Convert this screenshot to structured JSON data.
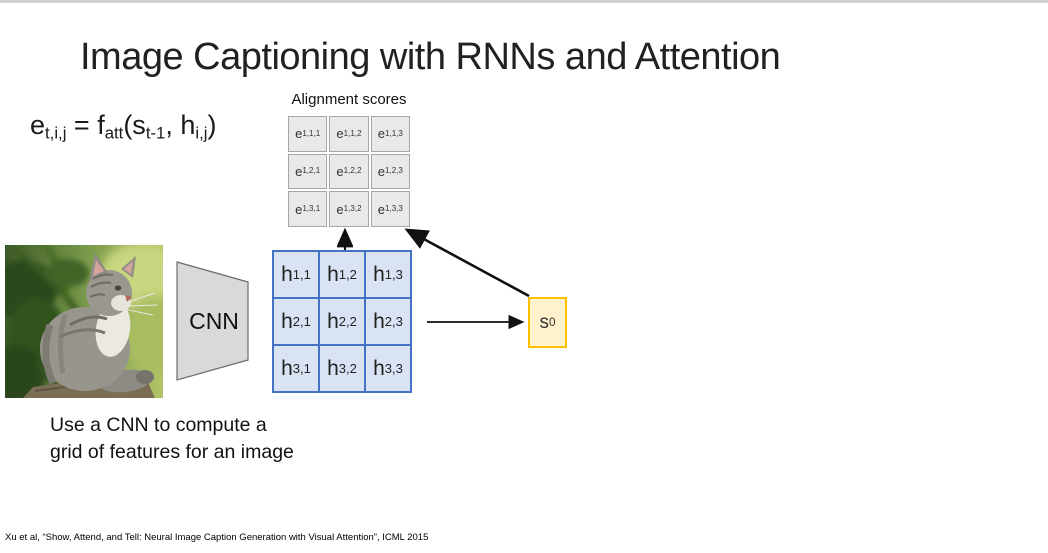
{
  "slide": {
    "title": "Image Captioning with RNNs and Attention",
    "footer": "Xu et al, “Show, Attend, and Tell: Neural Image Caption Generation with Visual Attention”, ICML 2015"
  },
  "equation": {
    "parts": [
      {
        "t": "e"
      },
      {
        "s": "t,i,j"
      },
      {
        "t": " = f"
      },
      {
        "s": "att"
      },
      {
        "t": "(s"
      },
      {
        "s": "t-1"
      },
      {
        "t": ", h"
      },
      {
        "s": "i,j"
      },
      {
        "t": ")"
      }
    ]
  },
  "alignment": {
    "label": "Alignment scores",
    "grid": [
      [
        {
          "b": "e",
          "s": "1,1,1"
        },
        {
          "b": "e",
          "s": "1,1,2"
        },
        {
          "b": "e",
          "s": "1,1,3"
        }
      ],
      [
        {
          "b": "e",
          "s": "1,2,1"
        },
        {
          "b": "e",
          "s": "1,2,2"
        },
        {
          "b": "e",
          "s": "1,2,3"
        }
      ],
      [
        {
          "b": "e",
          "s": "1,3,1"
        },
        {
          "b": "e",
          "s": "1,3,2"
        },
        {
          "b": "e",
          "s": "1,3,3"
        }
      ]
    ]
  },
  "features": {
    "grid": [
      [
        {
          "b": "h",
          "s": "1,1"
        },
        {
          "b": "h",
          "s": "1,2"
        },
        {
          "b": "h",
          "s": "1,3"
        }
      ],
      [
        {
          "b": "h",
          "s": "2,1"
        },
        {
          "b": "h",
          "s": "2,2"
        },
        {
          "b": "h",
          "s": "2,3"
        }
      ],
      [
        {
          "b": "h",
          "s": "3,1"
        },
        {
          "b": "h",
          "s": "3,2"
        },
        {
          "b": "h",
          "s": "3,3"
        }
      ]
    ]
  },
  "cnn": {
    "label": "CNN"
  },
  "state": {
    "parts": [
      {
        "t": "s"
      },
      {
        "s": "0"
      }
    ]
  },
  "caption": {
    "lines": [
      "Use a CNN to compute a",
      "grid of features for an image"
    ]
  },
  "colors": {
    "feature_cell_fill": "#dae3f3",
    "feature_cell_border": "#4472c4",
    "score_cell_fill": "#e9e9e9",
    "score_cell_border": "#a6a6a6",
    "state_fill": "#fff2cc",
    "state_border": "#ffc000",
    "cnn_fill": "#d9d9d9",
    "top_rule": "#cfcfcf"
  }
}
